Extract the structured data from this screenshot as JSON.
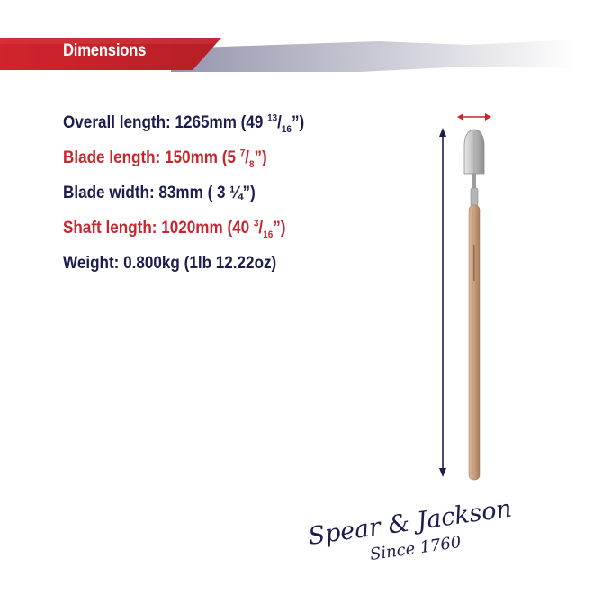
{
  "banner": {
    "title": "Dimensions"
  },
  "specs": {
    "overall": {
      "label": "Overall length:",
      "value": "1265mm (49",
      "frac_num": "13",
      "frac_den": "16",
      "close": "”)"
    },
    "blade_length": {
      "label": "Blade length:",
      "value": "150mm (5",
      "frac_num": "7",
      "frac_den": "8",
      "close": "”)"
    },
    "blade_width": {
      "text": "Blade width: 83mm ( 3 ¼”)"
    },
    "shaft_length": {
      "label": "Shaft length:",
      "value": "1020mm (40",
      "frac_num": "3",
      "frac_den": "16",
      "close": "”)"
    },
    "weight": {
      "text": "Weight: 0.800kg (1lb 12.22oz)"
    }
  },
  "brand": {
    "name": "Spear & Jackson",
    "since": "Since 1760"
  },
  "colors": {
    "navy": "#1c1d4e",
    "red": "#c9252c",
    "wood": "#c59a7a",
    "steel": "#c8c8c8"
  }
}
